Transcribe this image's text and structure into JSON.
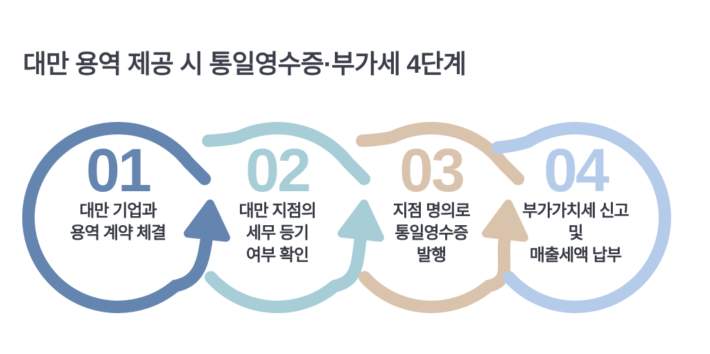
{
  "title": "대만 용역 제공 시 통일영수증·부가세 4단계",
  "colors": {
    "title": "#3a3f4a",
    "label": "#343841",
    "background": "#ffffff",
    "step1_accent": "#6485af",
    "step2_accent": "#a7cdd6",
    "step3_accent": "#d9c3ad",
    "step4_accent": "#b5cbea"
  },
  "steps": [
    {
      "number": "01",
      "color": "#6485af",
      "label_lines": [
        "대만 기업과",
        "용역 계약 체결"
      ]
    },
    {
      "number": "02",
      "color": "#a7cdd6",
      "label_lines": [
        "대만 지점의",
        "세무 등기",
        "여부 확인"
      ]
    },
    {
      "number": "03",
      "color": "#d9c3ad",
      "label_lines": [
        "지점 명의로",
        "통일영수증",
        "발행"
      ]
    },
    {
      "number": "04",
      "color": "#b5cbea",
      "label_lines": [
        "부가가치세 신고",
        "및",
        "매출세액 납부"
      ]
    }
  ]
}
